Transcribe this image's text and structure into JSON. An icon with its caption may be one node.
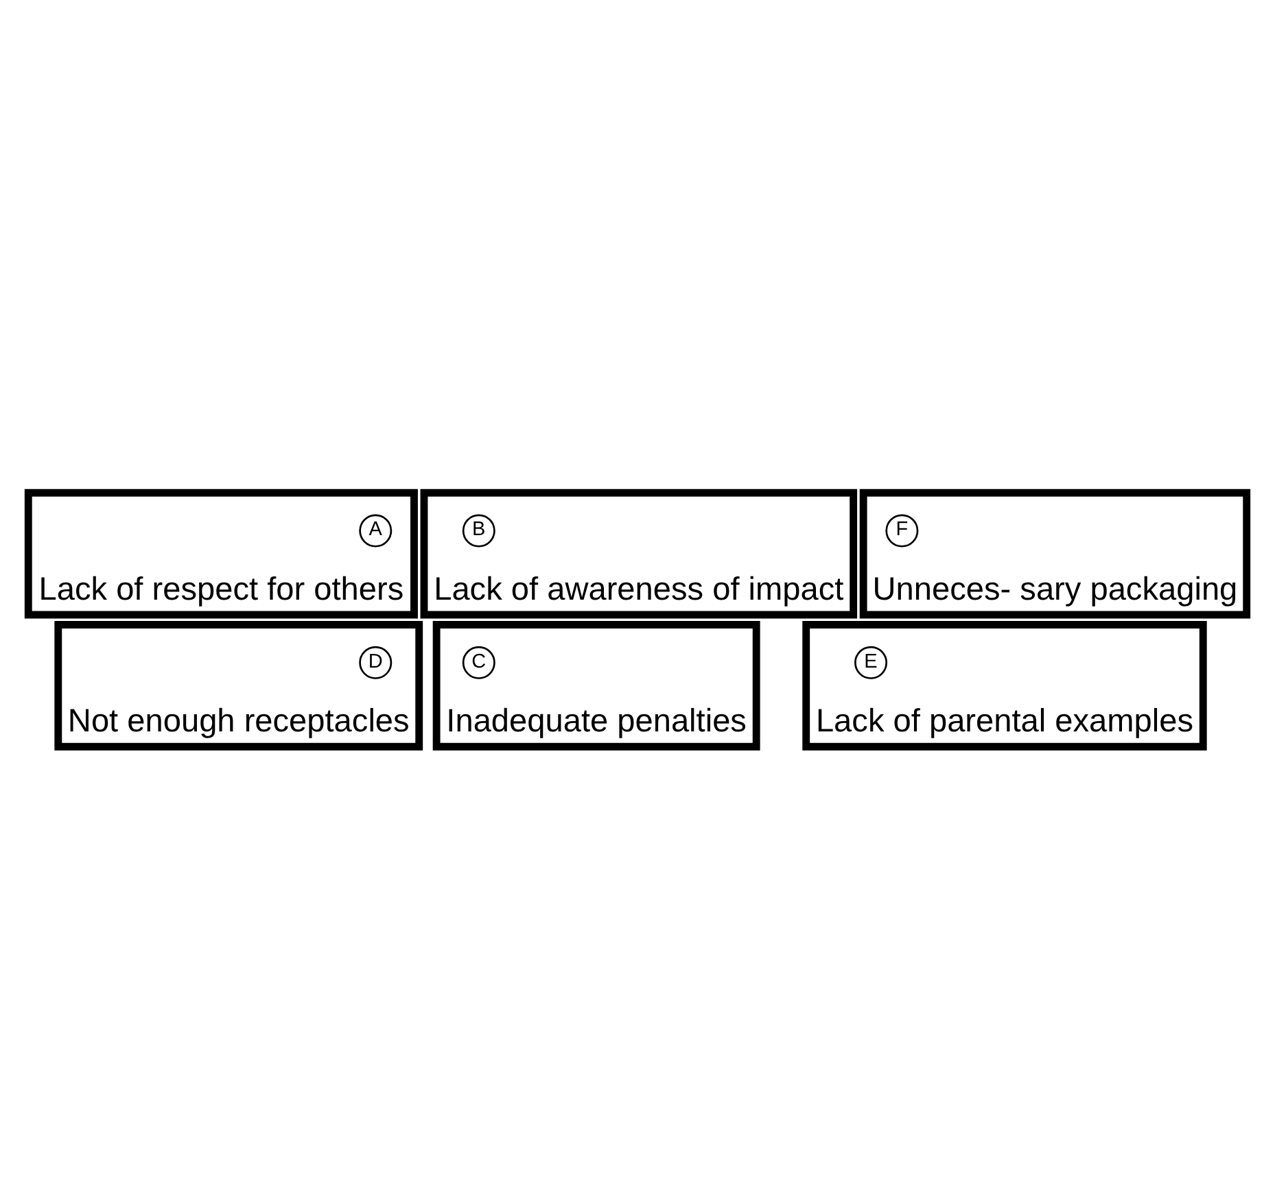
{
  "diagram": {
    "nodes": [
      {
        "text": [
          "Lack of respect for others"
        ]
      },
      {
        "text": [
          "A"
        ],
        "in": 0
      },
      {
        "text": [
          "Lack of awareness of impact"
        ]
      },
      {
        "text": [
          "B"
        ],
        "in": 2
      },
      {
        "text": [
          "Inadequate penalties"
        ]
      },
      {
        "text": [
          "C"
        ],
        "in": 4
      },
      {
        "text": [
          "Not enough receptacles"
        ]
      },
      {
        "text": [
          "D"
        ],
        "in": 6
      },
      {
        "text": [
          "Lack of parental examples"
        ]
      },
      {
        "text": [
          "E"
        ],
        "in": 8
      },
      {
        "text": [
          "Unneces- sary packaging"
        ]
      },
      {
        "text": [
          "F"
        ],
        "in": 10
      }
    ],
    "edges": []
  }
}
